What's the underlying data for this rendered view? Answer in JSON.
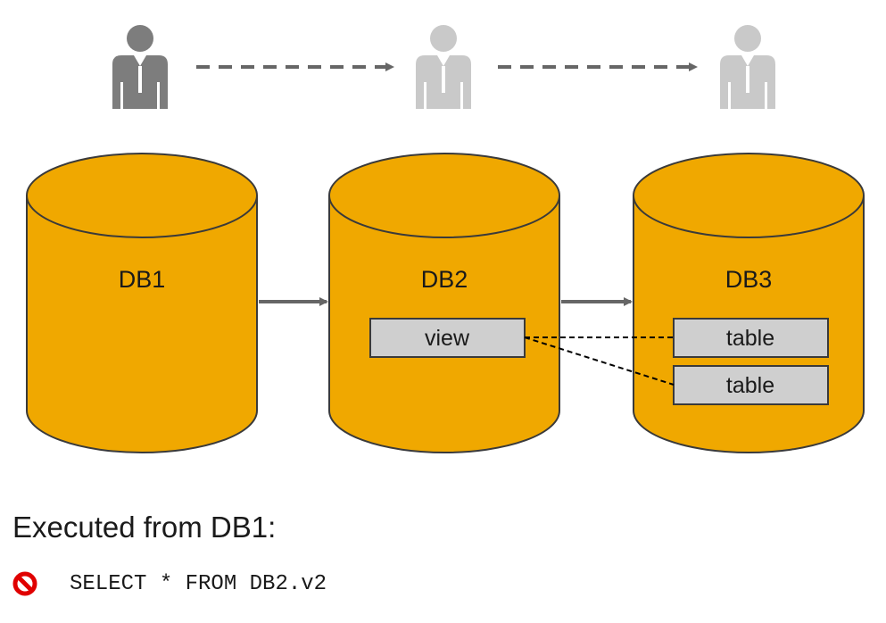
{
  "colors": {
    "cylinder_fill": "#F0A800",
    "cylinder_stroke": "#3a3a3a",
    "box_fill": "#CFCFCF",
    "user_active": "#7d7d7d",
    "user_inactive": "#c9c9c9",
    "arrow": "#666666",
    "forbidden": "#E00000"
  },
  "users": [
    {
      "icon": "person-icon",
      "state": "active"
    },
    {
      "icon": "person-icon",
      "state": "inactive"
    },
    {
      "icon": "person-icon",
      "state": "inactive"
    }
  ],
  "databases": [
    {
      "label": "DB1"
    },
    {
      "label": "DB2",
      "object": "view"
    },
    {
      "label": "DB3",
      "objects": [
        "table",
        "table"
      ]
    }
  ],
  "caption": "Executed from DB1:",
  "query": {
    "status_icon": "no-entry-icon",
    "sql": "SELECT * FROM DB2.v2"
  }
}
